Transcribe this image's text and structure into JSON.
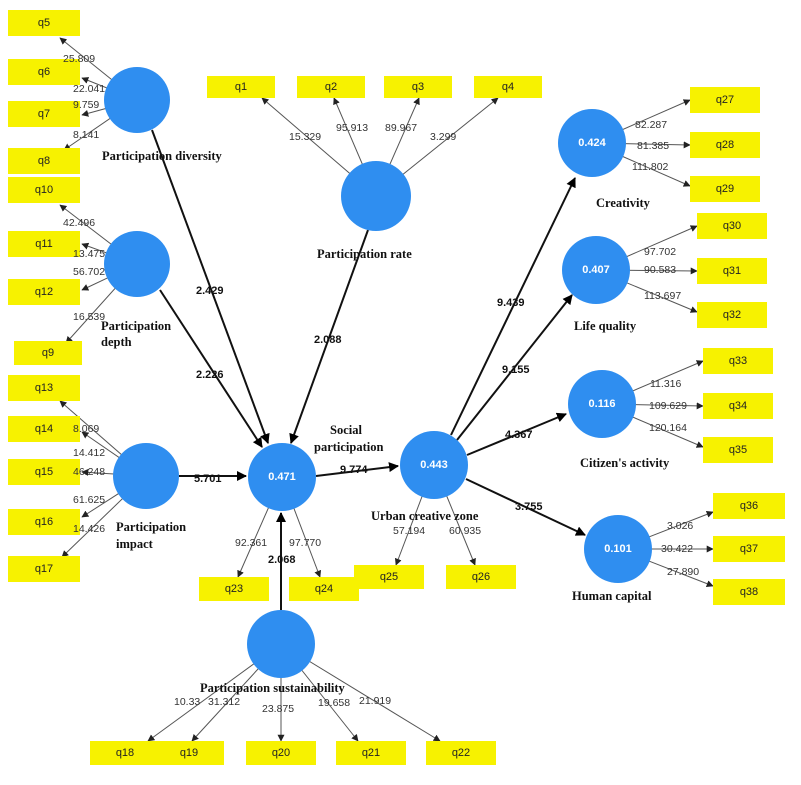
{
  "colors": {
    "construct": "#2f8ef0",
    "indicator": "#f7f200"
  },
  "constructs": {
    "diversity": {
      "name": "Participation diversity",
      "value": ""
    },
    "depth": {
      "name_line1": "Participation",
      "name_line2": "depth",
      "value": ""
    },
    "rate": {
      "name": "Participation rate",
      "value": ""
    },
    "impact": {
      "name_line1": "Participation",
      "name_line2": "impact",
      "value": ""
    },
    "social": {
      "name_line1": "Social",
      "name_line2": "participation",
      "value": "0.471"
    },
    "sustain": {
      "name": "Participation sustainability",
      "value": ""
    },
    "urban": {
      "name": "Urban creative zone",
      "value": "0.443"
    },
    "creativity": {
      "name": "Creativity",
      "value": "0.424"
    },
    "life": {
      "name": "Life quality",
      "value": "0.407"
    },
    "citizen": {
      "name": "Citizen's activity",
      "value": "0.116"
    },
    "human": {
      "name": "Human capital",
      "value": "0.101"
    }
  },
  "indicators": {
    "q1": "q1",
    "q2": "q2",
    "q3": "q3",
    "q4": "q4",
    "q5": "q5",
    "q6": "q6",
    "q7": "q7",
    "q8": "q8",
    "q9": "q9",
    "q10": "q10",
    "q11": "q11",
    "q12": "q12",
    "q13": "q13",
    "q14": "q14",
    "q15": "q15",
    "q16": "q16",
    "q17": "q17",
    "q18": "q18",
    "q19": "q19",
    "q20": "q20",
    "q21": "q21",
    "q22": "q22",
    "q23": "q23",
    "q24": "q24",
    "q25": "q25",
    "q26": "q26",
    "q27": "q27",
    "q28": "q28",
    "q29": "q29",
    "q30": "q30",
    "q31": "q31",
    "q32": "q32",
    "q33": "q33",
    "q34": "q34",
    "q35": "q35",
    "q36": "q36",
    "q37": "q37",
    "q38": "q38"
  },
  "outer_weights": {
    "q1": "15.329",
    "q2": "95.913",
    "q3": "89.967",
    "q4": "3.299",
    "q5": "25.809",
    "q6": "22.041",
    "q7": "9.759",
    "q8": "8.141",
    "q10": "42.496",
    "q11": "13.475",
    "q12": "56.702",
    "q9": "16.539",
    "q13": "8.069",
    "q14": "14.412",
    "q15": "46.248",
    "q16": "61.625",
    "q17": "14.426",
    "q18": "10.33",
    "q19": "31.312",
    "q20": "23.875",
    "q21": "19.658",
    "q22": "21.919",
    "q23": "92.361",
    "q24": "97.770",
    "q25": "57.194",
    "q26": "60.935",
    "q27": "82.287",
    "q28": "81.385",
    "q29": "111.802",
    "q30": "97.702",
    "q31": "90.583",
    "q32": "113.697",
    "q33": "11.316",
    "q34": "109.629",
    "q35": "120.164",
    "q36": "3.026",
    "q37": "30.422",
    "q38": "27.890"
  },
  "paths": {
    "diversity_social": "2.429",
    "depth_social": "2.226",
    "rate_social": "2.088",
    "impact_social": "5.701",
    "sustain_social": "2.068",
    "social_urban": "9.774",
    "urban_creativity": "9.439",
    "urban_life": "9.155",
    "urban_citizen": "4.367",
    "urban_human": "3.755"
  }
}
